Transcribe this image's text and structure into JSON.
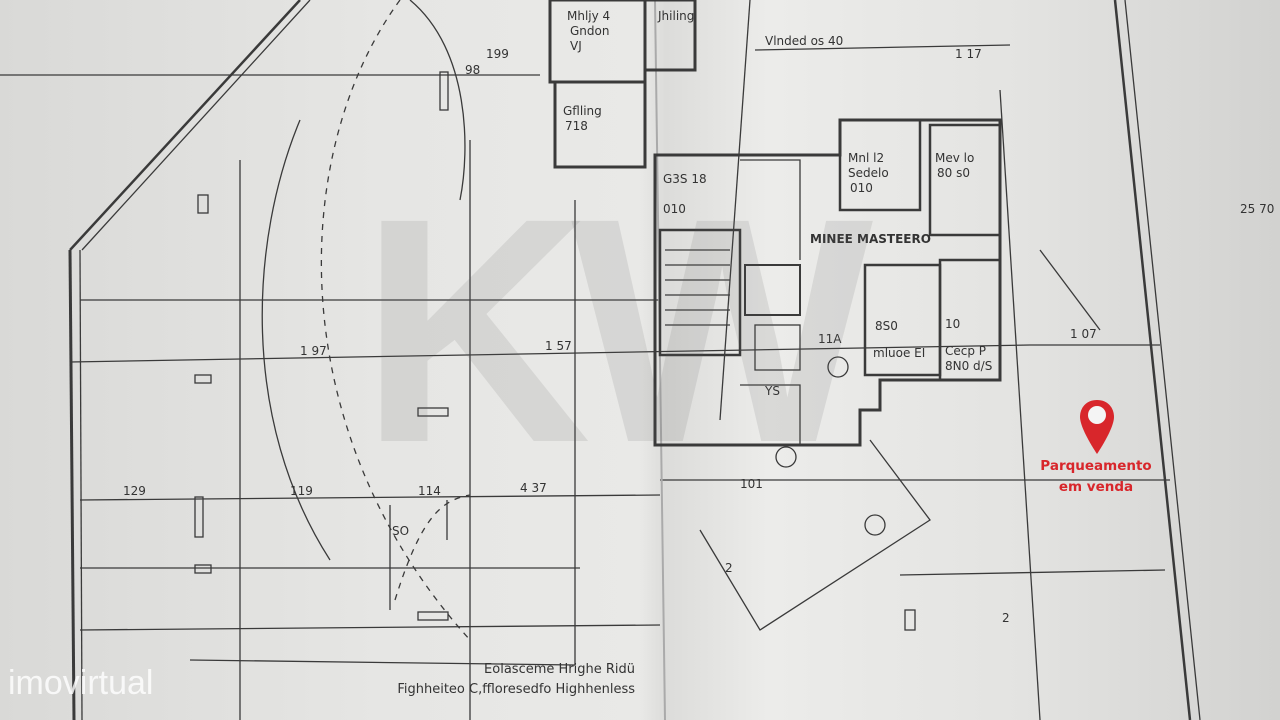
{
  "plan": {
    "rooms": [
      "Mhljy 4 Gndon VJ",
      "Jhiling",
      "Gflling 718",
      "Mnl l2 Sedelo 010",
      "Mev lo 80 s0",
      "G3S 18 010",
      "MINEE MASTEERO",
      "11A",
      "8S0",
      "mluoe EI",
      "10 Cecp P 8N0 d/S",
      "YS"
    ],
    "dimensions": [
      "199",
      "98",
      "1 97",
      "1 57",
      "129",
      "119",
      "114",
      "4 37",
      "101",
      "1 07",
      "1 17",
      "SO",
      "2",
      "2",
      "25 70"
    ],
    "title_lines": [
      "Eolasceme Hrighe Ridü",
      "Fighheiteo C,ffloresedfo Highhenless"
    ]
  },
  "watermark": "KW",
  "brand_watermark": "imovirtual",
  "marker": {
    "icon": "map-pin-icon",
    "color": "#d8262b",
    "label_line1": "Parqueamento",
    "label_line2": "em venda"
  }
}
